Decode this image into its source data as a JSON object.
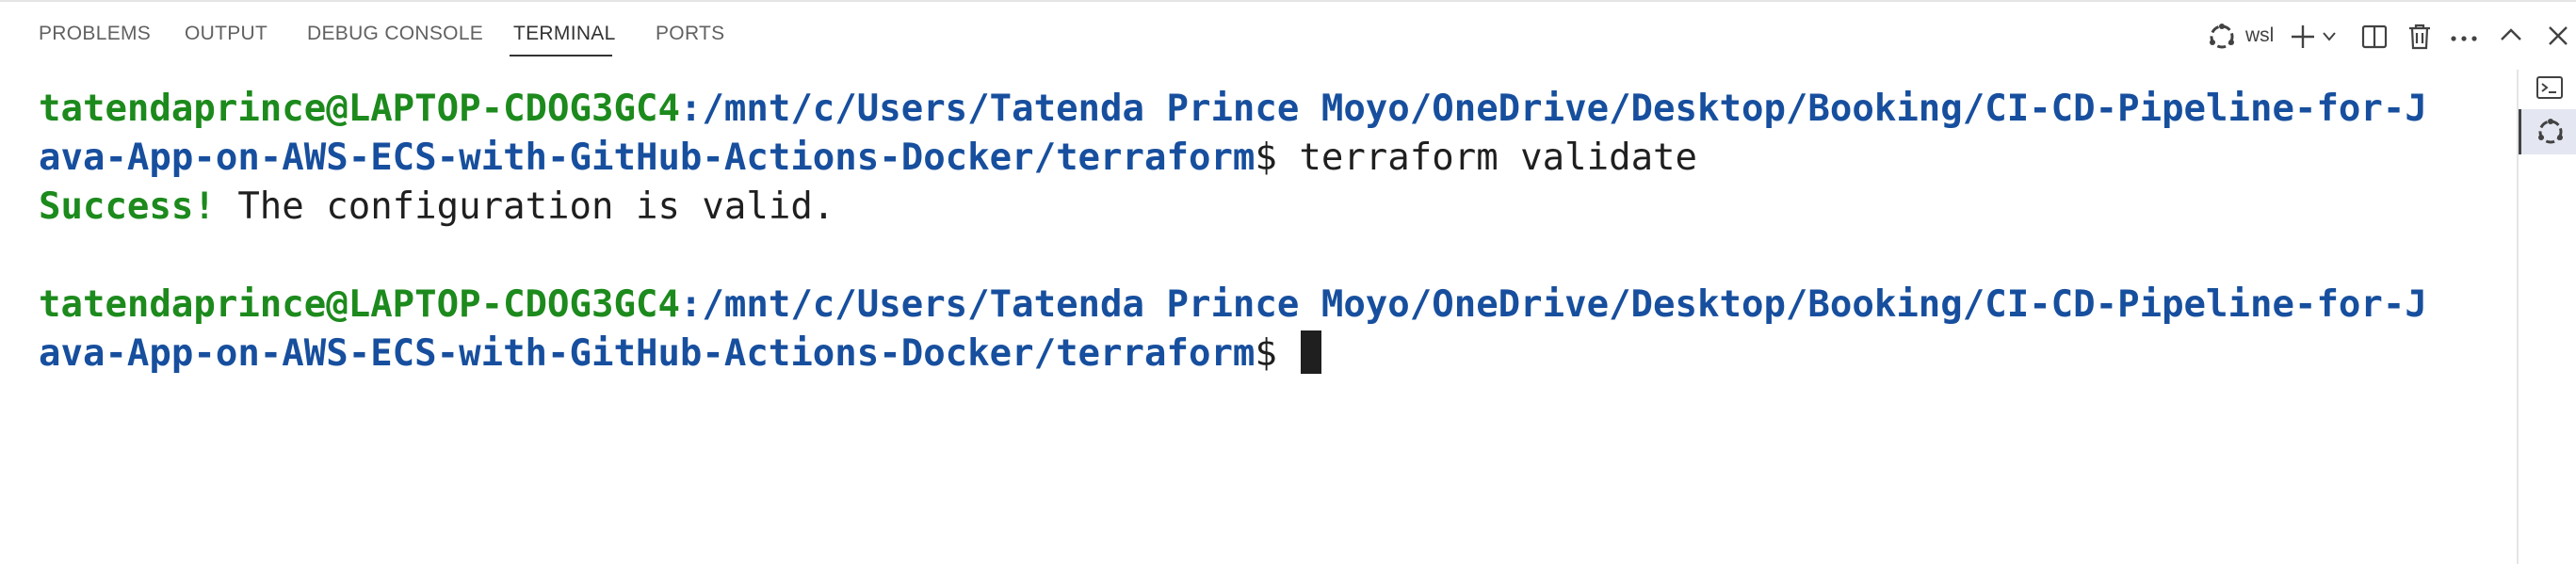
{
  "tabs": [
    {
      "label": "PROBLEMS",
      "active": false
    },
    {
      "label": "OUTPUT",
      "active": false
    },
    {
      "label": "DEBUG CONSOLE",
      "active": false
    },
    {
      "label": "TERMINAL",
      "active": true
    },
    {
      "label": "PORTS",
      "active": false
    }
  ],
  "toolbar": {
    "shell_label": "wsl",
    "icons": [
      "linux-shell-icon",
      "plus-icon",
      "chevron-down-icon",
      "split-terminal-icon",
      "trash-icon",
      "ellipsis-icon",
      "chevron-up-icon",
      "close-icon"
    ]
  },
  "terminal": {
    "lines": [
      {
        "user": "tatendaprince@LAPTOP-CDOG3GC4",
        "path": ":/mnt/c/Users/Tatenda Prince Moyo/OneDrive/Desktop/Booking/CI-CD-Pipeline-for-J"
      },
      {
        "path": "ava-App-on-AWS-ECS-with-GitHub-Actions-Docker/terraform",
        "text": "$ terraform validate"
      },
      {
        "ok": "Success!",
        "text": " The configuration is valid."
      },
      {
        "user": "tatendaprince@LAPTOP-CDOG3GC4",
        "path": ":/mnt/c/Users/Tatenda Prince Moyo/OneDrive/Desktop/Booking/CI-CD-Pipeline-for-J"
      },
      {
        "path": "ava-App-on-AWS-ECS-with-GitHub-Actions-Docker/terraform",
        "text": "$ "
      }
    ]
  },
  "side_panel": {
    "icons": [
      "terminal-icon",
      "linux-shell-icon"
    ]
  },
  "colors": {
    "user": "#1c8a1c",
    "path": "#174f9e",
    "text": "#1f1f1f",
    "tab_inactive": "#616161",
    "tab_active": "#333333"
  }
}
